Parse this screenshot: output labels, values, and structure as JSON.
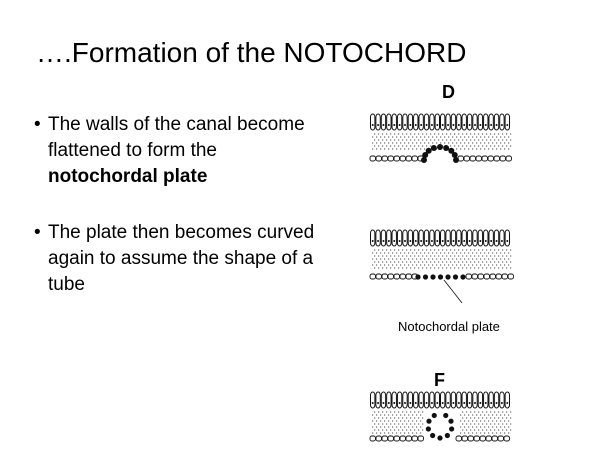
{
  "slide": {
    "title": "….Formation of the NOTOCHORD",
    "bullet_glyph": "•",
    "bullets": [
      {
        "prefix": "The walls of the canal become flattened to form the ",
        "bold": "notochordal plate",
        "suffix": ""
      },
      {
        "prefix": "The plate then becomes curved again to assume the shape of a tube",
        "bold": "",
        "suffix": ""
      }
    ]
  },
  "figure": {
    "panel_d_label": "D",
    "panel_f_label": "F",
    "caption": "Notochordal plate"
  }
}
